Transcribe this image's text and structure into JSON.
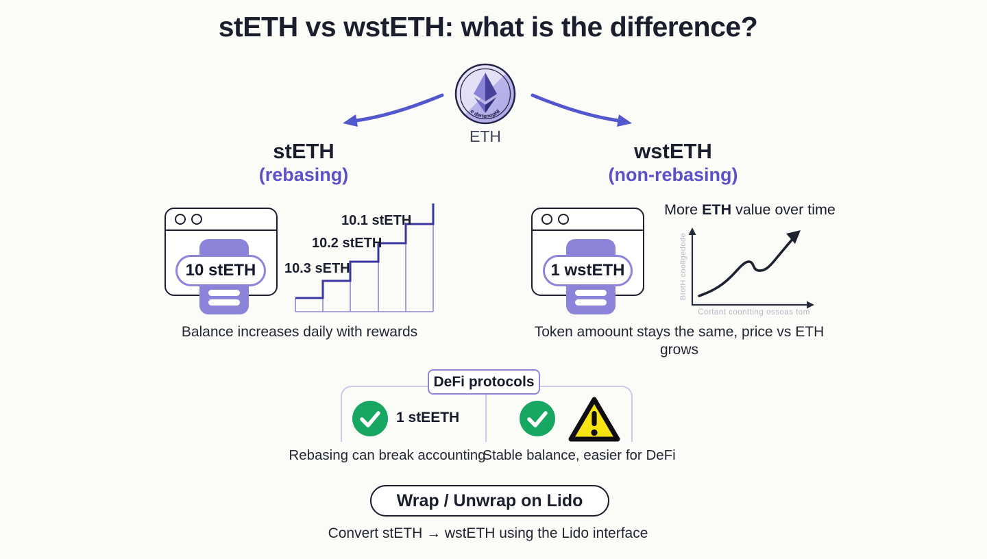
{
  "title": "stETH vs wstETH: what is the difference?",
  "eth_node": {
    "label": "ETH",
    "coin_edge_text": "e derienopNl"
  },
  "left_column": {
    "heading": "stETH",
    "subheading": "(rebasing)",
    "wallet_amount": "10 stETH",
    "step_labels": [
      "10.1 stETH",
      "10.2 stETH",
      "10.3 sETH"
    ],
    "caption": "Balance increases daily with rewards"
  },
  "right_column": {
    "heading": "wstETH",
    "subheading": "(non-rebasing)",
    "wallet_amount": "1 wstETH",
    "chart_title": {
      "pre": "More ",
      "em": "ETH",
      "post": " value over time"
    },
    "y_axis_label": "BIotH cooligedode",
    "x_axis_label": "Cortant coontting ossoas tom",
    "caption": "Token amoount stays the same, price vs ETH grows"
  },
  "defi_section": {
    "box_label": "DeFi protocols",
    "left_item_label": "1 stEETH",
    "left_caption": "Rebasing can break accounting",
    "right_caption": "Stable balance, easier for DeFi"
  },
  "footer": {
    "button_label": "Wrap / Unwrap on Lido",
    "caption": "Convert stETH → wstETH using the Lido interface"
  },
  "colors": {
    "ink": "#1b1f2d",
    "accent_purple": "#5b50c8",
    "arrow_purple": "#5357cd",
    "wallet_purple": "#8b84d8",
    "pill_border": "#8d85da",
    "step_light": "#8d88d2",
    "step_bold": "#3a37a0",
    "bracket": "#ccc8ee",
    "success_green": "#17a763",
    "warning_yellow": "#f7e513",
    "muted_gray": "#b6bac4",
    "background": "#fbfbf8"
  },
  "chart_data": [
    {
      "type": "bar",
      "title": "stETH balance increases daily (staircase)",
      "annotation_labels": [
        "10.1 stETH",
        "10.2 stETH",
        "10.3 sETH"
      ],
      "bar_count": 5,
      "values_relative": [
        0.13,
        0.28,
        0.46,
        0.63,
        0.81
      ],
      "trend": "increasing staircase, thin purple column outlines with bold dark-blue step line",
      "axes": "none"
    },
    {
      "type": "line",
      "title": "More ETH value over time",
      "xlabel": "Cortant coontting ossoas tom",
      "ylabel": "BIotH cooligedode",
      "points_relative": [
        [
          0.05,
          0.12
        ],
        [
          0.3,
          0.4
        ],
        [
          0.45,
          0.55
        ],
        [
          0.55,
          0.46
        ],
        [
          0.75,
          0.62
        ],
        [
          1.0,
          0.95
        ]
      ],
      "trend": "rising curve with small mid dip, ends in arrowhead",
      "legend": "none",
      "grid": false
    }
  ]
}
